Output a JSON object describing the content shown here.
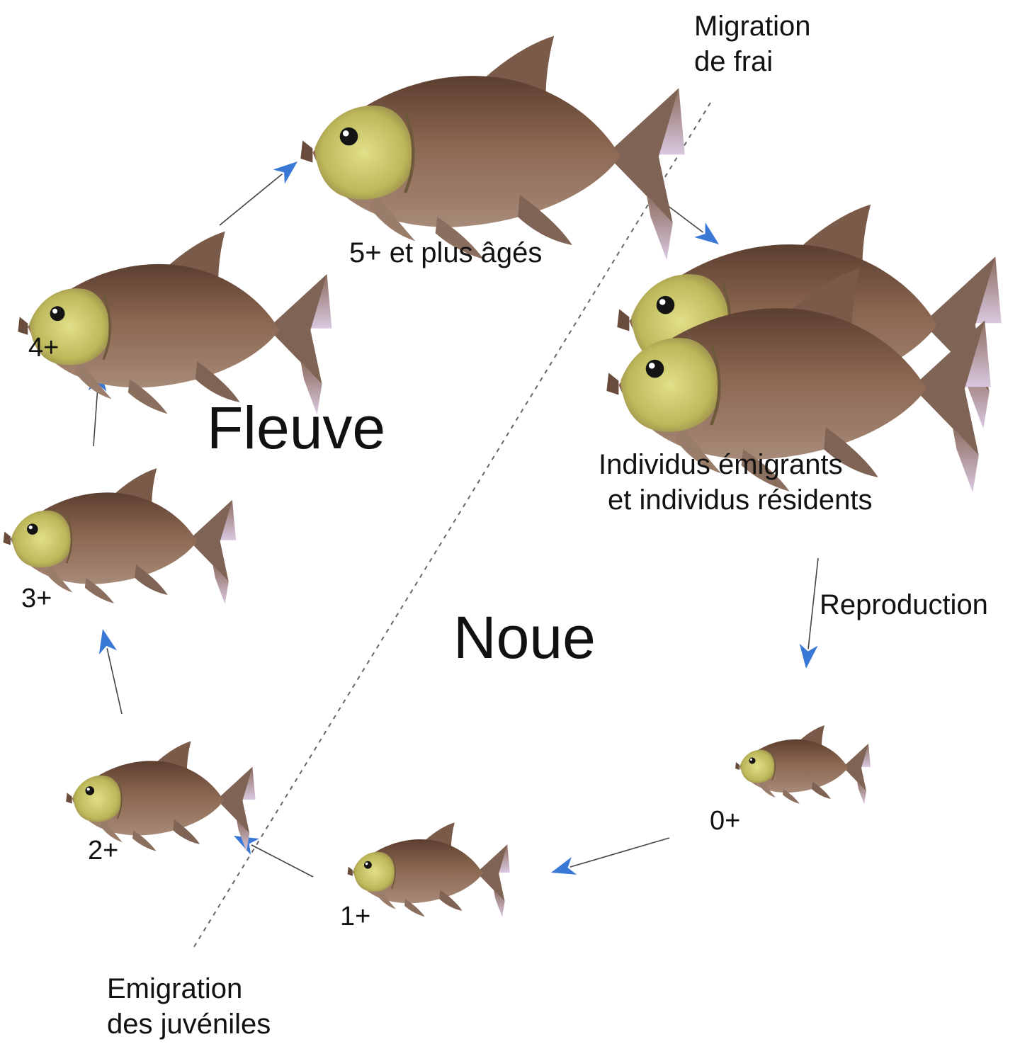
{
  "zones": {
    "river": "Fleuve",
    "floodplain": "Noue"
  },
  "annotations": {
    "spawning_migration": [
      "Migration",
      "de frai"
    ],
    "juvenile_emigration": [
      "Emigration",
      "des juvéniles"
    ],
    "reproduction": "Reproduction",
    "adults": [
      "Individus émigrants",
      "et individus résidents"
    ]
  },
  "stages": [
    {
      "id": "age0",
      "label": "0+"
    },
    {
      "id": "age1",
      "label": "1+"
    },
    {
      "id": "age2",
      "label": "2+"
    },
    {
      "id": "age3",
      "label": "3+"
    },
    {
      "id": "age4",
      "label": "4+"
    },
    {
      "id": "age5",
      "label": "5+ et plus âgés"
    }
  ],
  "colors": {
    "arrow_head": "#3a78d6",
    "fish_body": "#7d5a44",
    "fish_head": "#c8c466",
    "fish_fin": "#7f6455",
    "fish_tail_tip": "#c9b6d2",
    "divider": "#666666"
  }
}
